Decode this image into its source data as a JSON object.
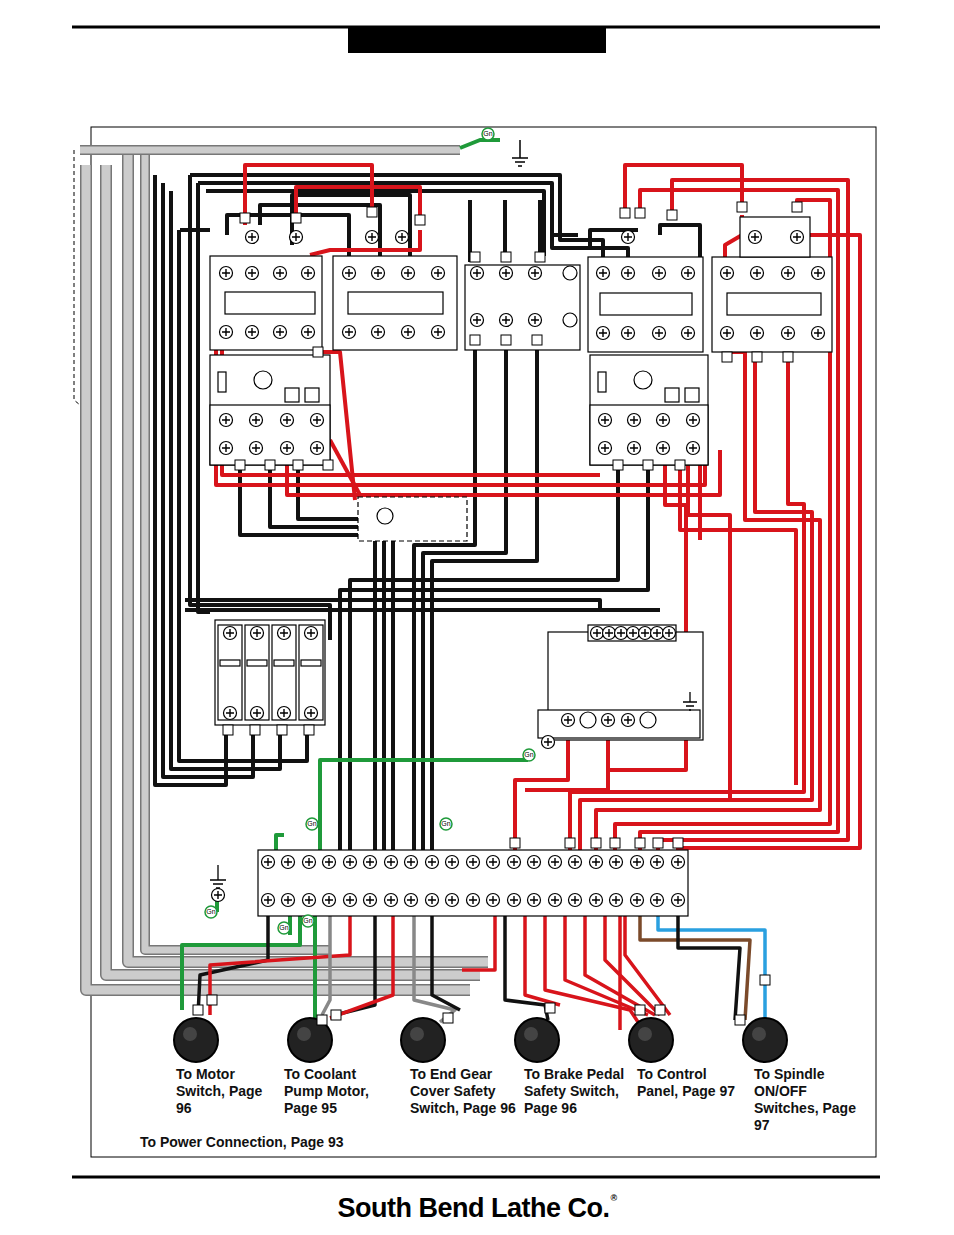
{
  "diagram": {
    "labels": [
      "To Motor Switch, Page 96",
      "To Coolant Pump Motor, Page 95",
      "To End Gear Cover Safety Switch, Page 96",
      "To Brake Pedal Safety Switch, Page 96",
      "To Control Panel, Page 97",
      "To Spindle ON/OFF Switches, Page 97",
      "To Power Connection, Page 93",
      "South Bend Lathe Co.",
      "®",
      "Gn",
      "Gn",
      "Gn",
      "Gn",
      "Gn",
      "Gn",
      "Gn"
    ]
  }
}
